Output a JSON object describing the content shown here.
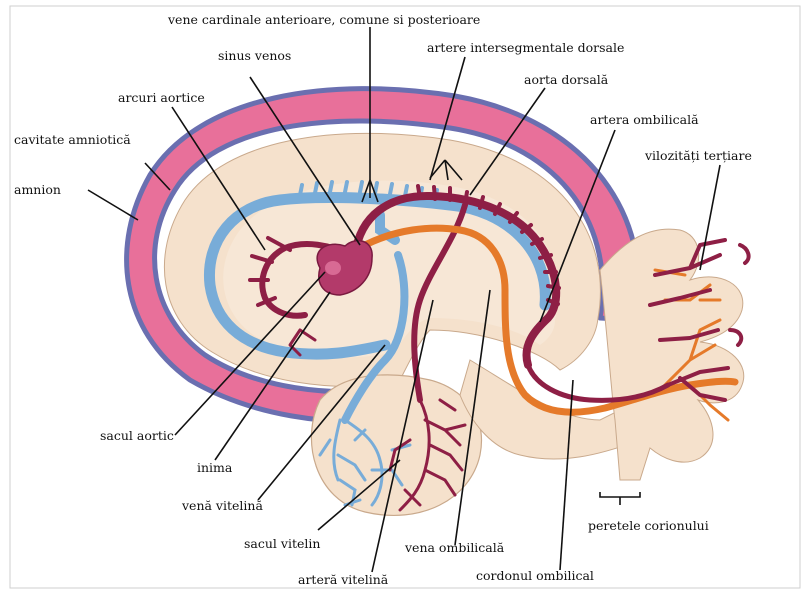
{
  "labels": {
    "vene_cardinale": "vene cardinale anterioare, comune si posterioare",
    "sinus_venos": "sinus venos",
    "artere_intersegmentale": "artere intersegmentale dorsale",
    "aorta_dorsala": "aorta dorsală",
    "arcuri_aortice": "arcuri aortice",
    "artera_ombilicala": "artera ombilicală",
    "cavitate_amniotica": "cavitate amniotică",
    "vilozitati_tertiare": "vilozități terțiare",
    "amnion": "amnion",
    "sacul_aortic": "sacul aortic",
    "inima": "inima",
    "vena_vitelina": "venă vitelină",
    "sacul_vitelin": "sacul vitelin",
    "vena_ombilicala": "vena ombilicală",
    "peretele_corionului": "peretele corionului",
    "artera_vitelina": "arteră vitelină",
    "cordonul_ombilical": "cordonul ombilical"
  },
  "colors": {
    "amnion_pink": "#e8709a",
    "amnion_border": "#6a6fb0",
    "tissue_beige": "#f5e1cc",
    "vein_blue": "#78acd8",
    "artery_crimson": "#8e1f45",
    "umbilical_vein_orange": "#e57a2a",
    "heart": "#b33a6a"
  }
}
